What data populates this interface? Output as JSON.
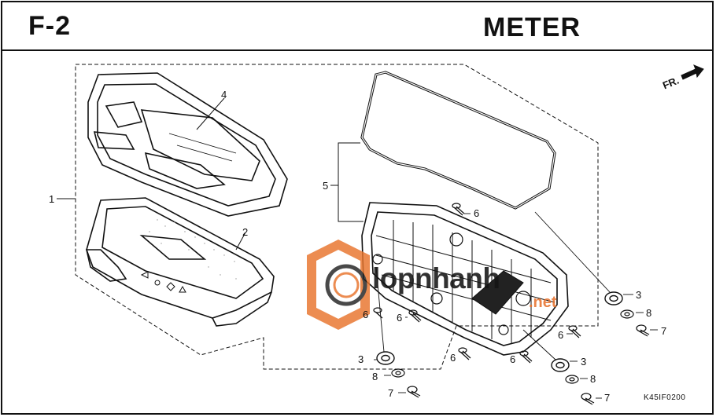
{
  "header": {
    "section_code": "F-2",
    "title": "METER"
  },
  "direction_label": "FR.",
  "callouts": {
    "c1": "1",
    "c2": "2",
    "c3a": "3",
    "c3b": "3",
    "c3c": "3",
    "c4": "4",
    "c5": "5",
    "c6a": "6",
    "c6b": "6",
    "c6c": "6",
    "c6d": "6",
    "c6e": "6",
    "c6f": "6",
    "c7a": "7",
    "c7b": "7",
    "c7c": "7",
    "c8a": "8",
    "c8b": "8",
    "c8c": "8"
  },
  "reference_code": "K45IF0200",
  "watermark": {
    "text": "lopnhanh",
    "suffix": ".net",
    "color": "#e8742c"
  },
  "colors": {
    "line": "#111111",
    "accent_watermark": "#e8742c"
  }
}
